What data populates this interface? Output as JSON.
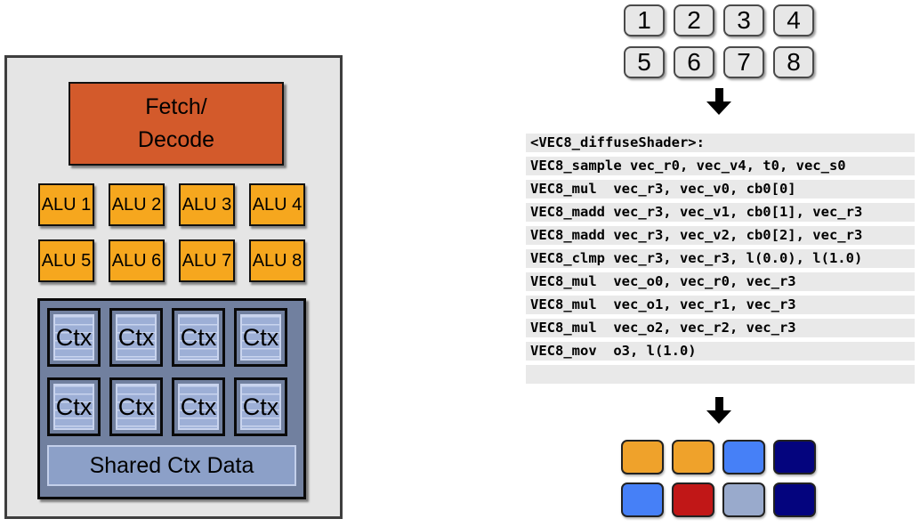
{
  "processor": {
    "fetch_decode_lines": [
      "Fetch/",
      "Decode"
    ],
    "alu_labels": [
      "ALU 1",
      "ALU 2",
      "ALU 3",
      "ALU 4",
      "ALU 5",
      "ALU 6",
      "ALU 7",
      "ALU 8"
    ],
    "ctx_labels": [
      "Ctx",
      "Ctx",
      "Ctx",
      "Ctx",
      "Ctx",
      "Ctx",
      "Ctx",
      "Ctx"
    ],
    "shared_ctx_label": "Shared Ctx Data"
  },
  "input_elements": {
    "labels": [
      "1",
      "2",
      "3",
      "4",
      "5",
      "6",
      "7",
      "8"
    ]
  },
  "shader_code": {
    "lines": [
      "<VEC8_diffuseShader>:",
      "VEC8_sample vec_r0, vec_v4, t0, vec_s0",
      "VEC8_mul  vec_r3, vec_v0, cb0[0]",
      "VEC8_madd vec_r3, vec_v1, cb0[1], vec_r3",
      "VEC8_madd vec_r3, vec_v2, cb0[2], vec_r3",
      "VEC8_clmp vec_r3, vec_r3, l(0.0), l(1.0)",
      "VEC8_mul  vec_o0, vec_r0, vec_r3",
      "VEC8_mul  vec_o1, vec_r1, vec_r3",
      "VEC8_mul  vec_o2, vec_r2, vec_r3",
      "VEC8_mov  o3, l(1.0)",
      ""
    ]
  },
  "output_elements": {
    "colors": [
      "#EFA22B",
      "#EFA22B",
      "#4680F7",
      "#04047E",
      "#4680F7",
      "#C11717",
      "#99AACC",
      "#04047E"
    ]
  },
  "palette": {
    "panel_fill": "#E5E5E5",
    "fetch_decode_fill": "#D35A2B",
    "alu_fill": "#F6A71E",
    "ctx_container_fill": "#71809F",
    "ctx_inner_fill": "#9DAFD6",
    "shared_bar_fill": "#8CA0C8",
    "code_stripe_fill": "#E9E9E9"
  }
}
